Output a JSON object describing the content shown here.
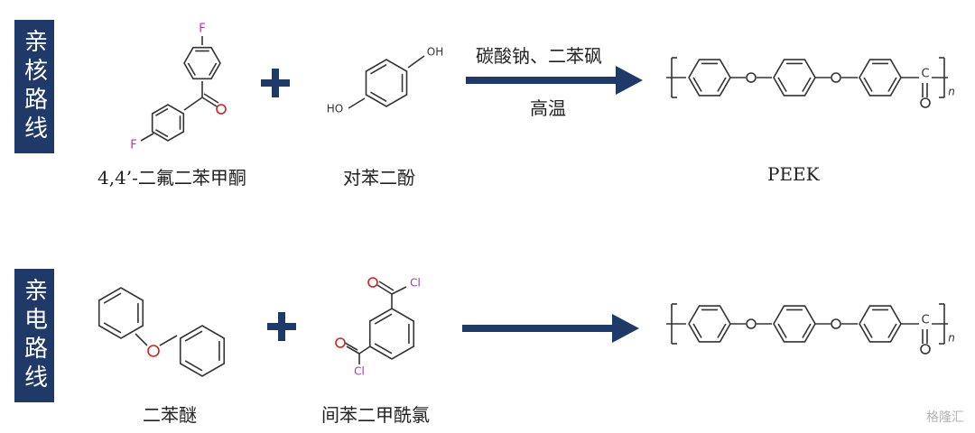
{
  "routes": [
    {
      "tag": "亲核路线",
      "reactant1": {
        "name": "4,4’-二氟二苯甲酮",
        "atom_labels": [
          "F",
          "F"
        ]
      },
      "reactant2": {
        "name": "对苯二酚",
        "atom_labels": [
          "OH",
          "HO"
        ]
      },
      "conditions": {
        "above": "碳酸钠、二苯砜",
        "below": "高温"
      },
      "product": {
        "name": "PEEK",
        "atom_labels": [
          "O",
          "O",
          "C",
          "O",
          "n"
        ]
      }
    },
    {
      "tag": "亲电路线",
      "reactant1": {
        "name": "二苯醚",
        "atom_labels": [
          "O"
        ]
      },
      "reactant2": {
        "name": "间苯二甲酰氯",
        "atom_labels": [
          "O",
          "Cl",
          "O",
          "Cl"
        ]
      },
      "conditions": {
        "above": "",
        "below": ""
      },
      "product": {
        "name": "",
        "atom_labels": [
          "O",
          "O",
          "C",
          "O",
          "n"
        ]
      }
    }
  ],
  "plus_symbol": "+",
  "watermark": "格隆汇",
  "colors": {
    "tag_bg": "#1f3a68",
    "arrow": "#1f3a68",
    "fluorine": "#b03aa8",
    "oxygen": "#d21f1f",
    "chlorine": "#9b3aa8",
    "bond": "#333333"
  }
}
